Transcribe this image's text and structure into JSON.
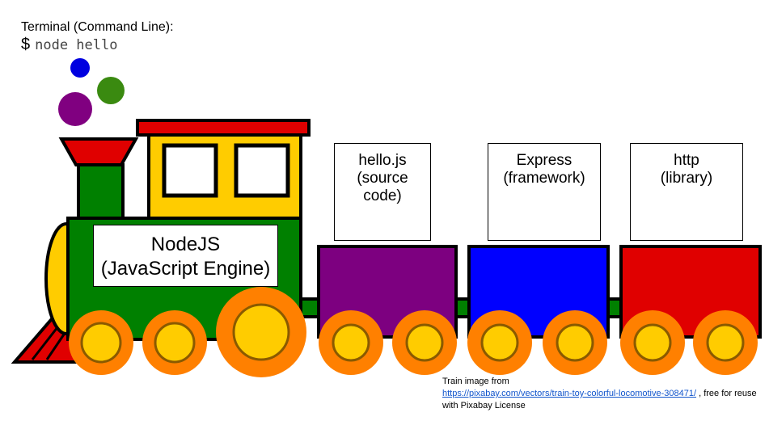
{
  "terminal": {
    "label": "Terminal (Command Line):",
    "prompt": "$",
    "command": "node hello"
  },
  "engine": {
    "line1": "NodeJS",
    "line2": "(JavaScript Engine)"
  },
  "cars": [
    {
      "line1": "hello.js",
      "line2": "(source",
      "line3": "code)",
      "color": "#7d0080"
    },
    {
      "line1": "Express",
      "line2": "(framework)",
      "color": "#0000ff"
    },
    {
      "line1": "http",
      "line2": "(library)",
      "color": "#e00000"
    }
  ],
  "credit": {
    "prefix": "Train image from",
    "link": "https://pixabay.com/vectors/train-toy-colorful-locomotive-308471/",
    "suffix": " , free for reuse with Pixabay License"
  },
  "colors": {
    "engine_body": "#008000",
    "cab": "#ffcc00",
    "roof": "#e00000",
    "wheel_outer": "#ff8000",
    "wheel_inner": "#ffcc00",
    "smoke_blue": "#0000e0",
    "smoke_green": "#3a8a10",
    "smoke_purple": "#800080"
  }
}
